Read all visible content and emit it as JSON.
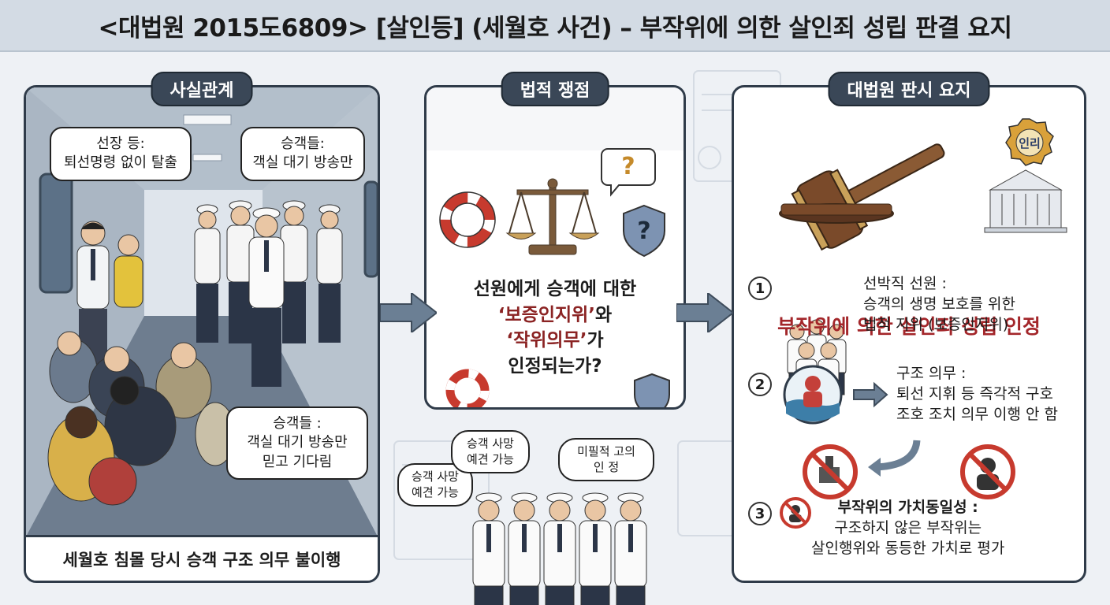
{
  "title": "<대법원 2015도6809> [살인등] (세월호 사건) – 부작위에 의한 살인죄 성립 판결 요지",
  "colors": {
    "dark_navy": "#3a4757",
    "accent_red": "#a3262a",
    "highlight_red": "#8b2323",
    "arrow_blue": "#6b7f94",
    "background": "#eef1f5"
  },
  "panels": {
    "facts": {
      "tag": "사실관계",
      "bubbles": {
        "captain": [
          "선장 등:",
          "퇴선명령 없이 탈출"
        ],
        "passengers_top": [
          "승객들:",
          "객실 대기 방송만"
        ],
        "passengers_bottom": [
          "승객들 :",
          "객실 대기 방송만",
          "믿고 기다림"
        ]
      },
      "footer": "세월호 침몰 당시 승객 구조 의무 불이행"
    },
    "issue": {
      "tag": "법적 쟁점",
      "question": {
        "line1": "선원에게 승객에 대한",
        "line2_hl": "‘보증인지위’",
        "line2_rest": "와",
        "line3_hl": "‘작위의무’",
        "line3_rest": "가",
        "line4": "인정되는가?"
      },
      "icons": [
        "life-ring",
        "scales",
        "shield-question",
        "question-bubble",
        "shield"
      ],
      "crew_bubbles": {
        "left": [
          "승객 사망",
          "예견 가능"
        ],
        "middle": [
          "승객 사망",
          "예견 가능"
        ],
        "right": [
          "미필적 고의",
          "인  정"
        ]
      }
    },
    "ruling": {
      "tag": "대법원 판시 요지",
      "seal_text": "인리",
      "conclusion": "부작위에 의한 살인죄 성립 인정",
      "items": [
        {
          "num": "1",
          "lines": [
            "선박직 선원 :",
            "승객의 생명 보호를 위한",
            "법적 지위 (보증인지위)"
          ]
        },
        {
          "num": "2",
          "lines": [
            "구조 의무 :",
            "퇴선 지휘 등 즉각적 구호",
            "조호 조치 의무 이행 안 함"
          ]
        },
        {
          "num": "3",
          "lines": [
            "부작위의 가치동일성 :",
            "구조하지 않은 부작위는",
            "살인행위와 동등한 가치로 평가"
          ]
        }
      ]
    }
  }
}
